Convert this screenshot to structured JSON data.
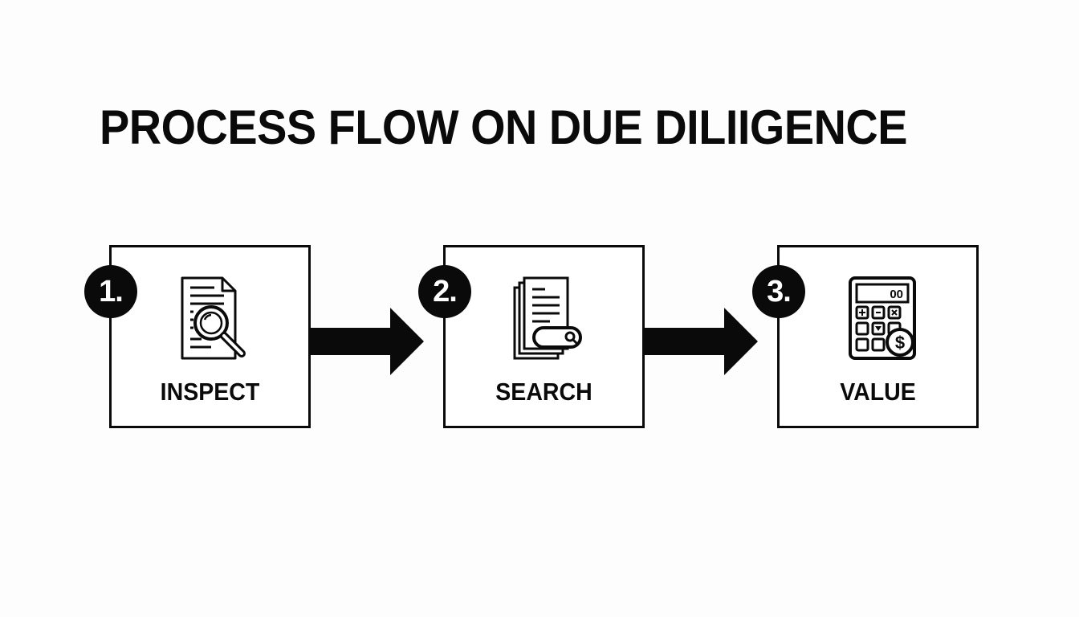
{
  "title": "PROCESS FLOW ON DUE DILIIGENCE",
  "steps": [
    {
      "number": "1.",
      "label": "INSPECT",
      "icon": "document-magnifier-icon"
    },
    {
      "number": "2.",
      "label": "SEARCH",
      "icon": "documents-search-bar-icon"
    },
    {
      "number": "3.",
      "label": "VALUE",
      "icon": "calculator-dollar-icon"
    }
  ],
  "calculator_display": "00",
  "colors": {
    "ink": "#0a0a0a",
    "background": "#fdfdfd",
    "badge_text": "#ffffff"
  }
}
